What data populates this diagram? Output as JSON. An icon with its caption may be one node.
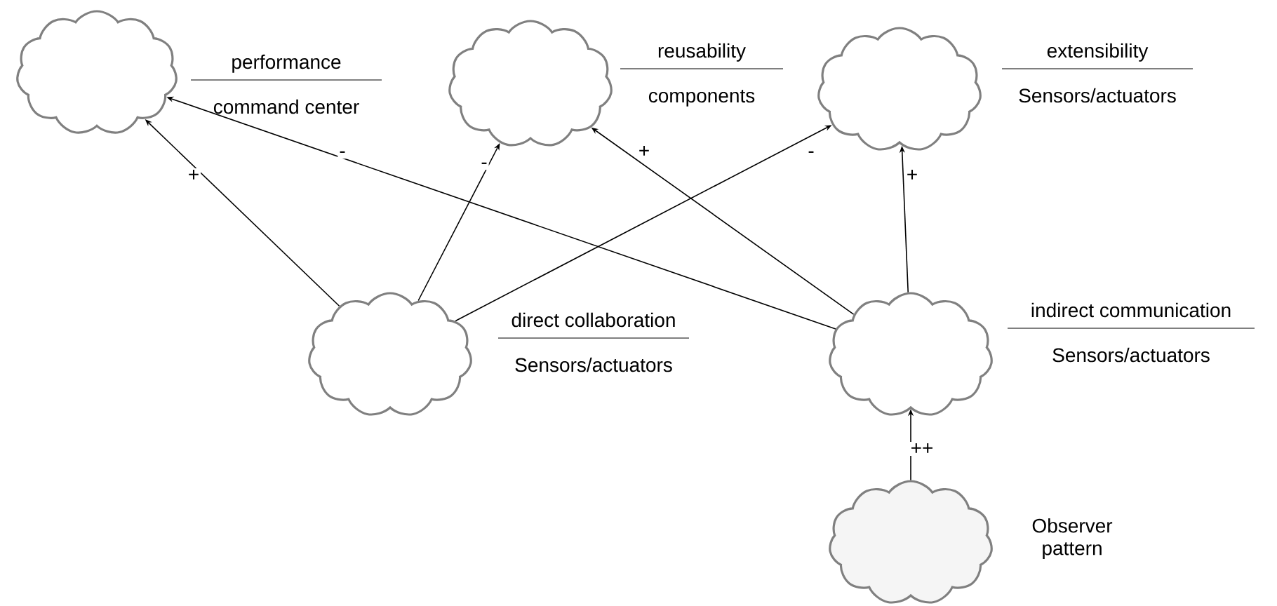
{
  "diagram": {
    "nodes": [
      {
        "text": [],
        "shape": "cloud",
        "beside": [
          "performance",
          "command center"
        ]
      },
      {
        "text": [],
        "shape": "cloud",
        "beside": [
          "reusability",
          "components"
        ]
      },
      {
        "text": [],
        "shape": "cloud",
        "beside": [
          "extensibility",
          "Sensors/actuators"
        ]
      },
      {
        "text": [],
        "shape": "cloud",
        "beside": [
          "direct collaboration",
          "Sensors/actuators"
        ]
      },
      {
        "text": [],
        "shape": "cloud",
        "beside": [
          "indirect communication",
          "Sensors/actuators"
        ]
      },
      {
        "text": [],
        "shape": "cloud",
        "beside": [
          "Observer pattern"
        ]
      }
    ],
    "edges": [
      {
        "from": 3,
        "to": 0,
        "arrow": "to",
        "label": "+"
      },
      {
        "from": 3,
        "to": 1,
        "arrow": "to",
        "label": "-"
      },
      {
        "from": 3,
        "to": 2,
        "arrow": "to",
        "label": "-"
      },
      {
        "from": 4,
        "to": 0,
        "arrow": "to",
        "label": "-"
      },
      {
        "from": 4,
        "to": 1,
        "arrow": "to",
        "label": "+"
      },
      {
        "from": 4,
        "to": 2,
        "arrow": "to",
        "label": "+"
      },
      {
        "from": 5,
        "to": 4,
        "arrow": "to",
        "label": "++"
      }
    ]
  }
}
